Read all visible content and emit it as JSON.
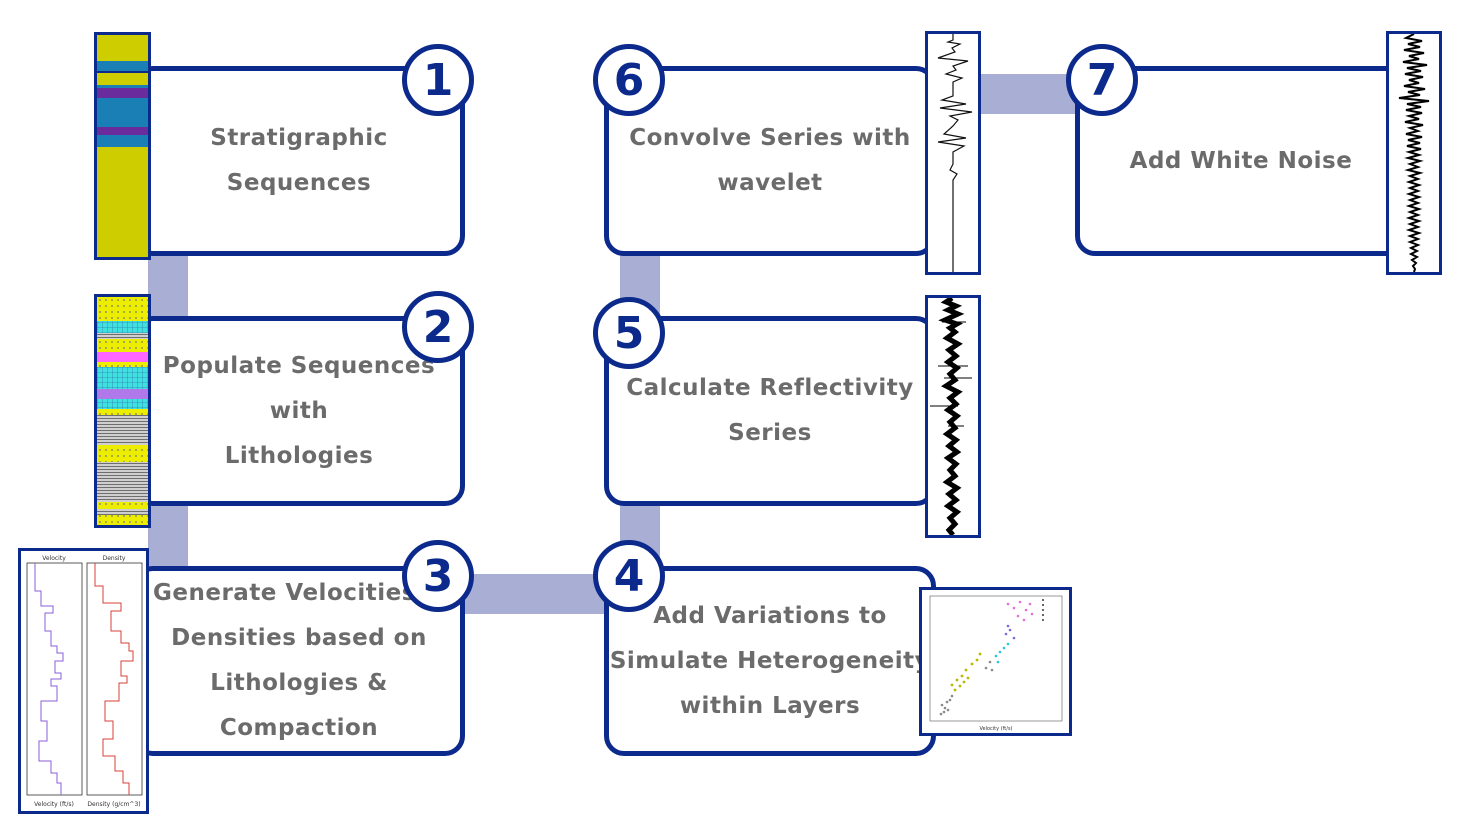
{
  "steps": [
    {
      "number": "1",
      "lines": [
        "Stratigraphic Sequences"
      ]
    },
    {
      "number": "2",
      "lines": [
        "Populate Sequences with",
        "Lithologies"
      ]
    },
    {
      "number": "3",
      "lines": [
        "Generate Velocities &",
        "Densities based on",
        "Lithologies & Compaction"
      ]
    },
    {
      "number": "4",
      "lines": [
        "Add Variations to",
        "Simulate Heterogeneity",
        "within Layers"
      ]
    },
    {
      "number": "5",
      "lines": [
        "Calculate Reflectivity",
        "Series"
      ]
    },
    {
      "number": "6",
      "lines": [
        "Convolve Series with",
        "wavelet"
      ]
    },
    {
      "number": "7",
      "lines": [
        "Add White Noise"
      ]
    }
  ],
  "log_plot": {
    "velocity_title": "Velocity",
    "density_title": "Density",
    "velocity_axis": "Velocity (ft/s)",
    "density_axis": "Density (g/cm^3)"
  },
  "scatter_plot": {
    "xlabel": "Velocity (ft/s)"
  },
  "colors": {
    "border": "#0c2a8c",
    "connector": "#a9aed4",
    "text": "#6b6b6b"
  }
}
